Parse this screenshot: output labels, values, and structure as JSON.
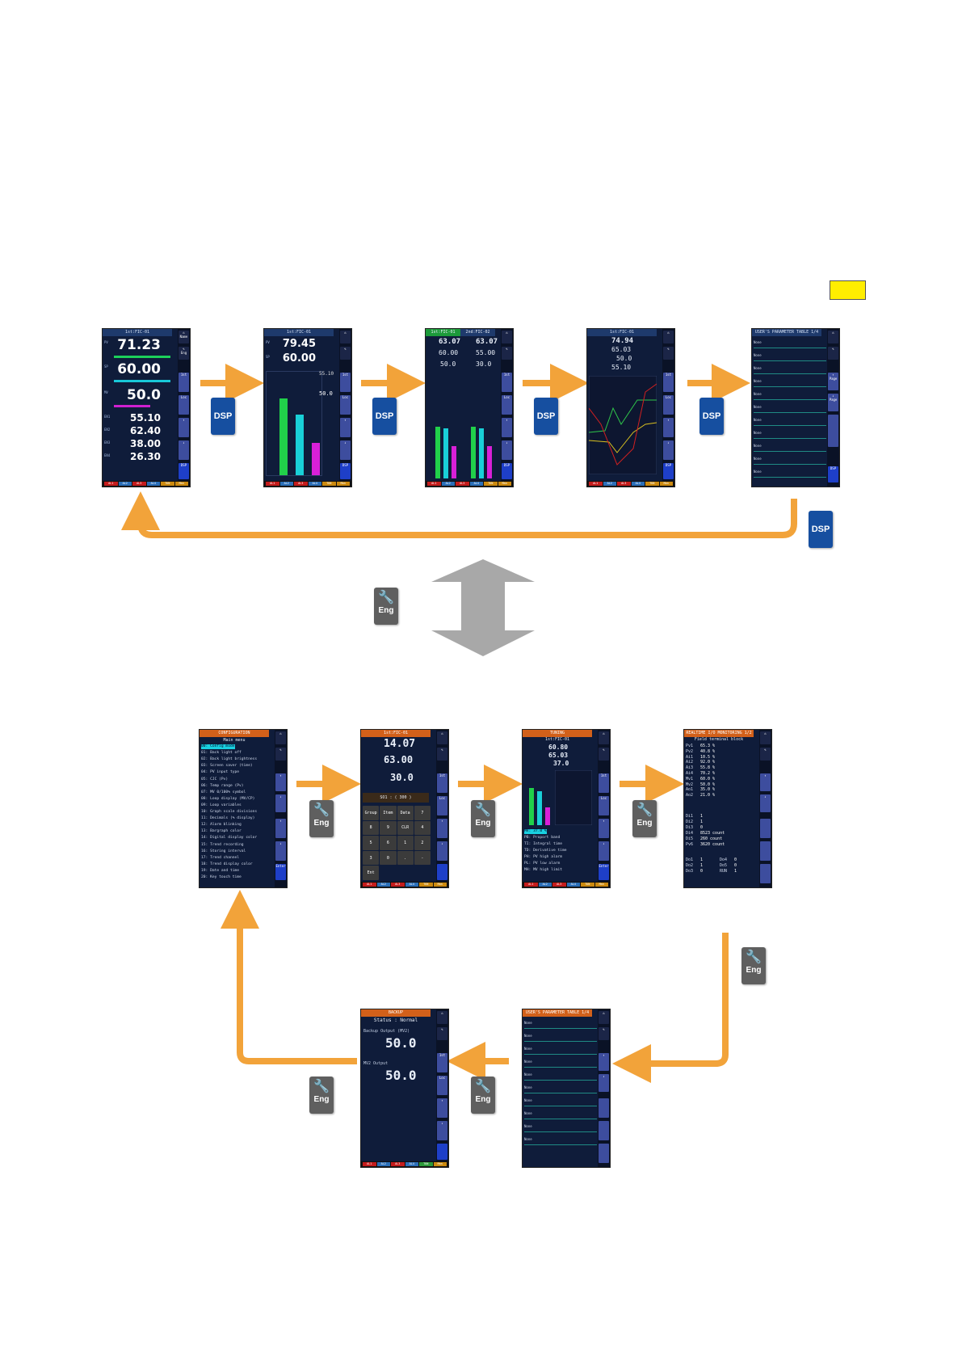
{
  "legend_swatch_color": "#ffee00",
  "arrow_color": "#f2a33a",
  "buttons": {
    "dsp": "DSP",
    "eng": "Eng"
  },
  "icons": {
    "eng": "wrench-icon",
    "home": "home-icon",
    "up": "up-arrow-icon",
    "down": "down-arrow-icon"
  },
  "sidebar": {
    "name": "Name",
    "eng": "Eng",
    "ist": "1st",
    "loc": "Loc",
    "dsp": "DSP",
    "page": "Page",
    "enter": "Enter"
  },
  "footer_tags": [
    "AL1",
    "AL2",
    "AL3",
    "AL4",
    "TUN",
    "Man"
  ],
  "row1": {
    "s1": {
      "title": "1st:FIC-01",
      "pv_label": "PV",
      "pv": "71.23",
      "sp_label": "SP",
      "sp": "60.00",
      "mv_label": "MV",
      "mv": "50.0",
      "lines": [
        {
          "label": "EN1",
          "value": "55.10"
        },
        {
          "label": "EN2",
          "value": "62.40"
        },
        {
          "label": "EN3",
          "value": "38.00"
        },
        {
          "label": "EN4",
          "value": "26.30"
        }
      ]
    },
    "s2": {
      "title": "1st:FIC-01",
      "pv": "79.45",
      "sp": "60.00",
      "en1": "55.10",
      "mv": "50.0"
    },
    "s3": {
      "title_left": "1st:FIC-01",
      "title_right": "2nd:FIC-02",
      "pv1": "63.07",
      "sp1": "60.00",
      "mv1": "50.0",
      "pv2": "63.07",
      "sp2": "55.00",
      "mv2": "30.0"
    },
    "s4": {
      "title": "1st:FIC-01",
      "pv": "74.94",
      "sp": "65.03",
      "mv": "50.0",
      "en1": "55.10"
    },
    "s5": {
      "title": "USER'S PARAMETER TABLE 1/4",
      "rows": [
        "None",
        "None",
        "None",
        "None",
        "None",
        "None",
        "None",
        "None",
        "None",
        "None",
        "None"
      ]
    }
  },
  "row2": {
    "s1": {
      "title": "CONFIGURATION",
      "subtitle": "Main menu",
      "items": [
        "00: Config mode",
        "01: Back light off",
        "02: Back light brightness",
        "03: Screen saver (time)",
        "04: PV input type",
        "05: CJC (Pv)",
        "06: Temp range (Pv)",
        "07: MV 0/100% symbol",
        "08: Loop display (MV/CP)",
        "09: Loop variables",
        "10: Graph scale divisions",
        "11: Decimals (% display)",
        "12: Alarm blinking",
        "13: Bargraph color",
        "14: Digital display color",
        "15: Trend recording",
        "16: Storing interval",
        "17: Trend channel",
        "18: Trend display color",
        "19: Date and time",
        "20: Key touch time"
      ]
    },
    "s2": {
      "title": "1st:FIC-01",
      "pv": "14.07",
      "sp": "63.00",
      "mv": "30.0",
      "entry": "SO1 : ( 300 )",
      "keys": [
        "Group",
        "Item",
        "Data",
        "7",
        "8",
        "9",
        "CLR",
        "4",
        "5",
        "6",
        "1",
        "2",
        "3",
        "0",
        ".",
        "-",
        "Ent"
      ]
    },
    "s3": {
      "title": "TUNING",
      "tag": "1st:FIC-01",
      "pv": "60.80",
      "sp": "65.03",
      "mv": "37.0",
      "params": [
        "MV: 37.0 %",
        "PB: Proport band",
        "TI: Integral time",
        "TD: Derivative time",
        "PH: PV high alarm",
        "PL: PV low alarm",
        "MH: MV high limit"
      ]
    },
    "s4": {
      "title": "REALTIME I/O MONITORING 1/2",
      "subtitle": "Field terminal block",
      "analog": [
        {
          "label": "Pv1",
          "value": "65.3 %"
        },
        {
          "label": "Pv2",
          "value": "40.8 %"
        },
        {
          "label": "Ai1",
          "value": "10.5 %"
        },
        {
          "label": "Ai2",
          "value": "92.0 %"
        },
        {
          "label": "Ai3",
          "value": "55.8 %"
        },
        {
          "label": "Ai4",
          "value": "70.2 %"
        },
        {
          "label": "Mv1",
          "value": "60.0 %"
        },
        {
          "label": "Mv2",
          "value": "50.0 %"
        },
        {
          "label": "Ao1",
          "value": "35.0 %"
        },
        {
          "label": "Ao2",
          "value": "21.0 %"
        }
      ],
      "digital": [
        {
          "label": "Di1",
          "value": "1"
        },
        {
          "label": "Di2",
          "value": "1"
        },
        {
          "label": "Di3",
          "value": "0"
        },
        {
          "label": "Di4",
          "value": "8523 count"
        },
        {
          "label": "Di5",
          "value": "260 count"
        },
        {
          "label": "Pv6",
          "value": "3620 count"
        }
      ],
      "outputs": [
        {
          "label": "Do1",
          "value": "1"
        },
        {
          "label": "Do2",
          "value": "1"
        },
        {
          "label": "Do3",
          "value": "0"
        },
        {
          "label": "Do4",
          "value": "0"
        },
        {
          "label": "Do5",
          "value": "0"
        },
        {
          "label": "RUN",
          "value": "1"
        }
      ]
    }
  },
  "row3": {
    "backup": {
      "title": "BACKUP",
      "status": "Status : Normal",
      "label1": "Backup Output (MV2)",
      "value1": "50.0",
      "label2": "MV2 Output",
      "value2": "50.0"
    },
    "param": {
      "title": "USER'S PARAMETER TABLE 1/4",
      "rows": [
        "None",
        "None",
        "None",
        "None",
        "None",
        "None",
        "None",
        "None",
        "None",
        "None"
      ]
    }
  }
}
